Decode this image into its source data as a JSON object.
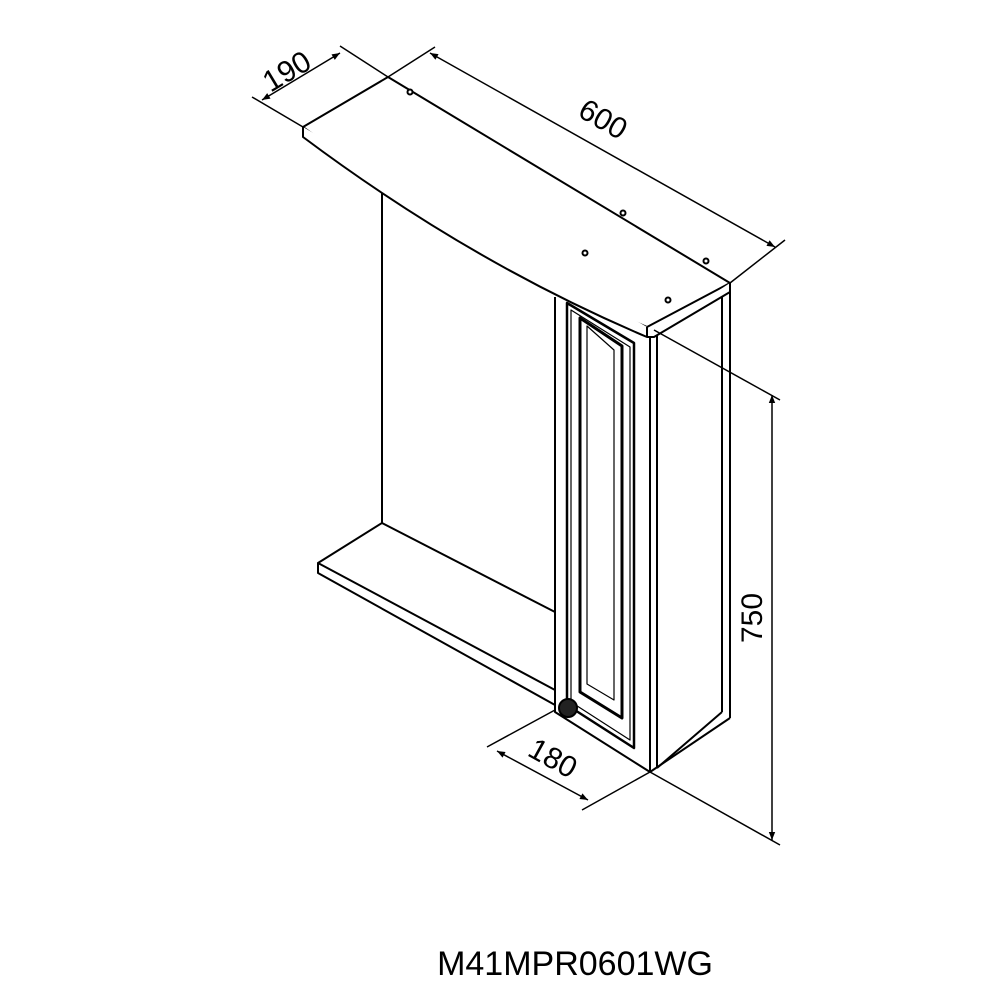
{
  "drawing": {
    "dimensions": {
      "depth_top": "190",
      "width": "600",
      "height": "750",
      "depth_bottom": "180"
    },
    "model_code": "M41MPR0601WG",
    "line_color": "#000000",
    "background": "#ffffff"
  }
}
